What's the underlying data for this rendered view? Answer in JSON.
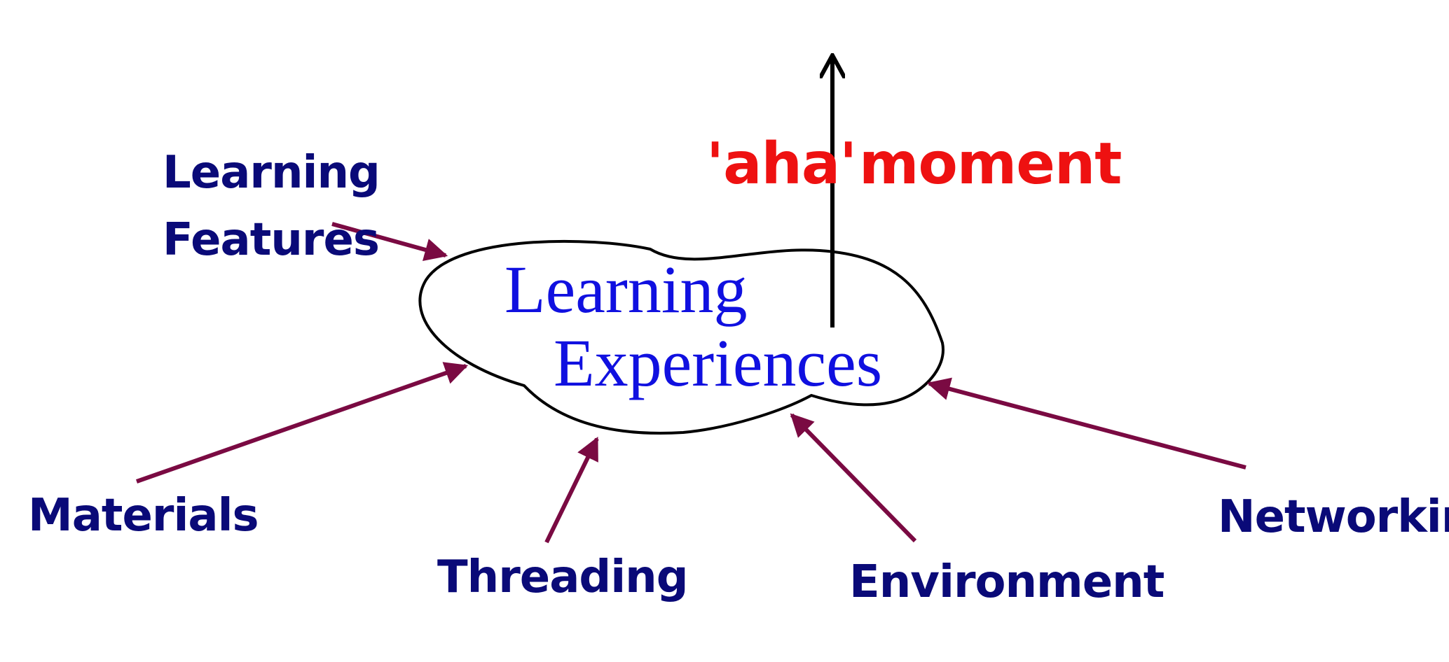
{
  "center": {
    "line1": "Learning",
    "line2": "Experiences"
  },
  "aha": {
    "left": "'aha'",
    "right": "moment"
  },
  "influences": {
    "learning_features": {
      "line1": "Learning",
      "line2": "Features"
    },
    "materials": "Materials",
    "threading": "Threading",
    "environment": "Environment",
    "networking": "Networking"
  },
  "colors": {
    "influence_text": "#0a0a78",
    "influence_arrow": "#7a0a42",
    "center_text": "#1010e0",
    "aha_text": "#ee1111",
    "outline": "#000000"
  }
}
